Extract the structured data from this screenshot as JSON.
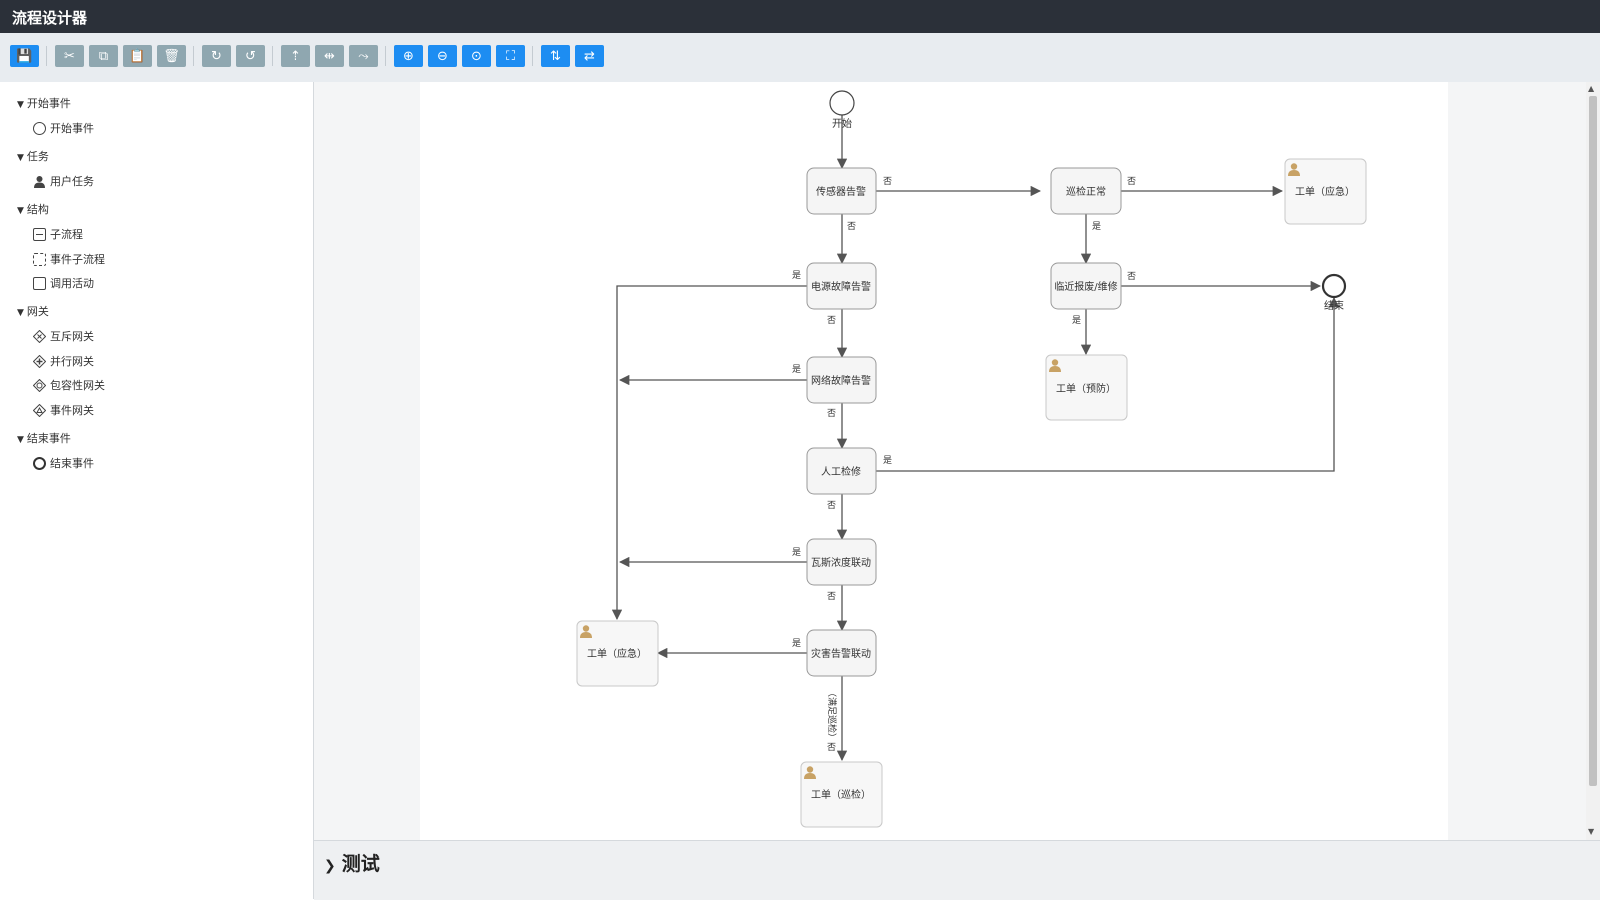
{
  "app": {
    "title": "流程设计器"
  },
  "toolbar": {
    "buttons": [
      {
        "name": "save",
        "icon": "save-icon",
        "glyph": "💾"
      },
      {
        "name": "cut",
        "icon": "scissors-icon",
        "glyph": "✂"
      },
      {
        "name": "copy",
        "icon": "copy-icon",
        "glyph": "⧉"
      },
      {
        "name": "paste",
        "icon": "paste-icon",
        "glyph": "📋"
      },
      {
        "name": "delete",
        "icon": "trash-icon",
        "glyph": "🗑"
      },
      {
        "name": "redo",
        "icon": "redo-icon",
        "glyph": "↻"
      },
      {
        "name": "undo",
        "icon": "undo-icon",
        "glyph": "↺"
      },
      {
        "name": "align-top",
        "icon": "align-top-icon",
        "glyph": "⇡"
      },
      {
        "name": "align-middle",
        "icon": "align-middle-icon",
        "glyph": "⇹"
      },
      {
        "name": "connect",
        "icon": "connect-icon",
        "glyph": "⤳"
      },
      {
        "name": "zoom-in",
        "icon": "zoom-in-icon",
        "glyph": "⊕"
      },
      {
        "name": "zoom-out",
        "icon": "zoom-out-icon",
        "glyph": "⊖"
      },
      {
        "name": "zoom-actual",
        "icon": "zoom-reset-icon",
        "glyph": "⊙"
      },
      {
        "name": "fit-screen",
        "icon": "fit-icon",
        "glyph": "⛶"
      },
      {
        "name": "layout-vertical",
        "icon": "layout-vertical-icon",
        "glyph": "⇅"
      },
      {
        "name": "layout-horizontal",
        "icon": "layout-horizontal-icon",
        "glyph": "⇄"
      }
    ]
  },
  "palette": {
    "groups": [
      {
        "label": "开始事件",
        "items": [
          {
            "label": "开始事件",
            "icon": "circle-icon"
          }
        ]
      },
      {
        "label": "任务",
        "items": [
          {
            "label": "用户任务",
            "icon": "user-icon"
          }
        ]
      },
      {
        "label": "结构",
        "items": [
          {
            "label": "子流程",
            "icon": "subprocess-icon"
          },
          {
            "label": "事件子流程",
            "icon": "event-subprocess-icon"
          },
          {
            "label": "调用活动",
            "icon": "call-activity-icon"
          }
        ]
      },
      {
        "label": "网关",
        "items": [
          {
            "label": "互斥网关",
            "icon": "exclusive-gateway-icon"
          },
          {
            "label": "并行网关",
            "icon": "parallel-gateway-icon"
          },
          {
            "label": "包容性网关",
            "icon": "inclusive-gateway-icon"
          },
          {
            "label": "事件网关",
            "icon": "event-gateway-icon"
          }
        ]
      },
      {
        "label": "结束事件",
        "items": [
          {
            "label": "结束事件",
            "icon": "end-circle-icon"
          }
        ]
      }
    ]
  },
  "diagram": {
    "start_label": "开始",
    "end_label": "结束",
    "tasks": [
      {
        "id": "sensor",
        "label": "传感器告警"
      },
      {
        "id": "patrol",
        "label": "巡检正常"
      },
      {
        "id": "power",
        "label": "电源故障告警"
      },
      {
        "id": "repair",
        "label": "临近报废/维修"
      },
      {
        "id": "network",
        "label": "网络故障告警"
      },
      {
        "id": "manual",
        "label": "人工检修"
      },
      {
        "id": "gas",
        "label": "瓦斯浓度联动"
      },
      {
        "id": "alarm",
        "label": "灾害告警联动"
      }
    ],
    "user_tasks": [
      {
        "id": "ticket_top",
        "label": "工单（应急）"
      },
      {
        "id": "ticket_prevent",
        "label": "工单（预防）"
      },
      {
        "id": "ticket_left",
        "label": "工单（应急）"
      },
      {
        "id": "ticket_patrol",
        "label": "工单（巡检）"
      }
    ],
    "edge_labels": {
      "yes": "是",
      "no": "否",
      "vertical_note": "（满足巡检）"
    }
  },
  "bottom_panel": {
    "title": "测试"
  },
  "colors": {
    "titlebar": "#2b3039",
    "toolbar_blue": "#1d8df2",
    "toolbar_grey": "#8fa7b0",
    "user_icon": "#c8a265"
  }
}
